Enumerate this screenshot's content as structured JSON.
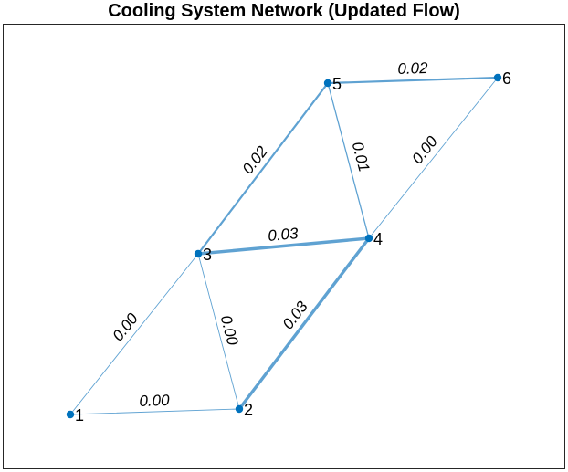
{
  "title": "Cooling System Network (Updated Flow)",
  "colors": {
    "edge": "#5fa2d2",
    "node": "#0072bd",
    "text": "#000000",
    "frame": "#262626"
  },
  "chart_data": {
    "type": "graph",
    "title": "Cooling System Network (Updated Flow)",
    "nodes": [
      {
        "id": "1",
        "label": "1"
      },
      {
        "id": "2",
        "label": "2"
      },
      {
        "id": "3",
        "label": "3"
      },
      {
        "id": "4",
        "label": "4"
      },
      {
        "id": "5",
        "label": "5"
      },
      {
        "id": "6",
        "label": "6"
      }
    ],
    "edges": [
      {
        "source": "1",
        "target": "2",
        "weight": "0.00"
      },
      {
        "source": "1",
        "target": "3",
        "weight": "0.00"
      },
      {
        "source": "2",
        "target": "3",
        "weight": "0.00"
      },
      {
        "source": "2",
        "target": "4",
        "weight": "0.03"
      },
      {
        "source": "3",
        "target": "4",
        "weight": "0.03"
      },
      {
        "source": "3",
        "target": "5",
        "weight": "0.02"
      },
      {
        "source": "4",
        "target": "5",
        "weight": "0.01"
      },
      {
        "source": "4",
        "target": "6",
        "weight": "0.00"
      },
      {
        "source": "5",
        "target": "6",
        "weight": "0.02"
      }
    ]
  }
}
